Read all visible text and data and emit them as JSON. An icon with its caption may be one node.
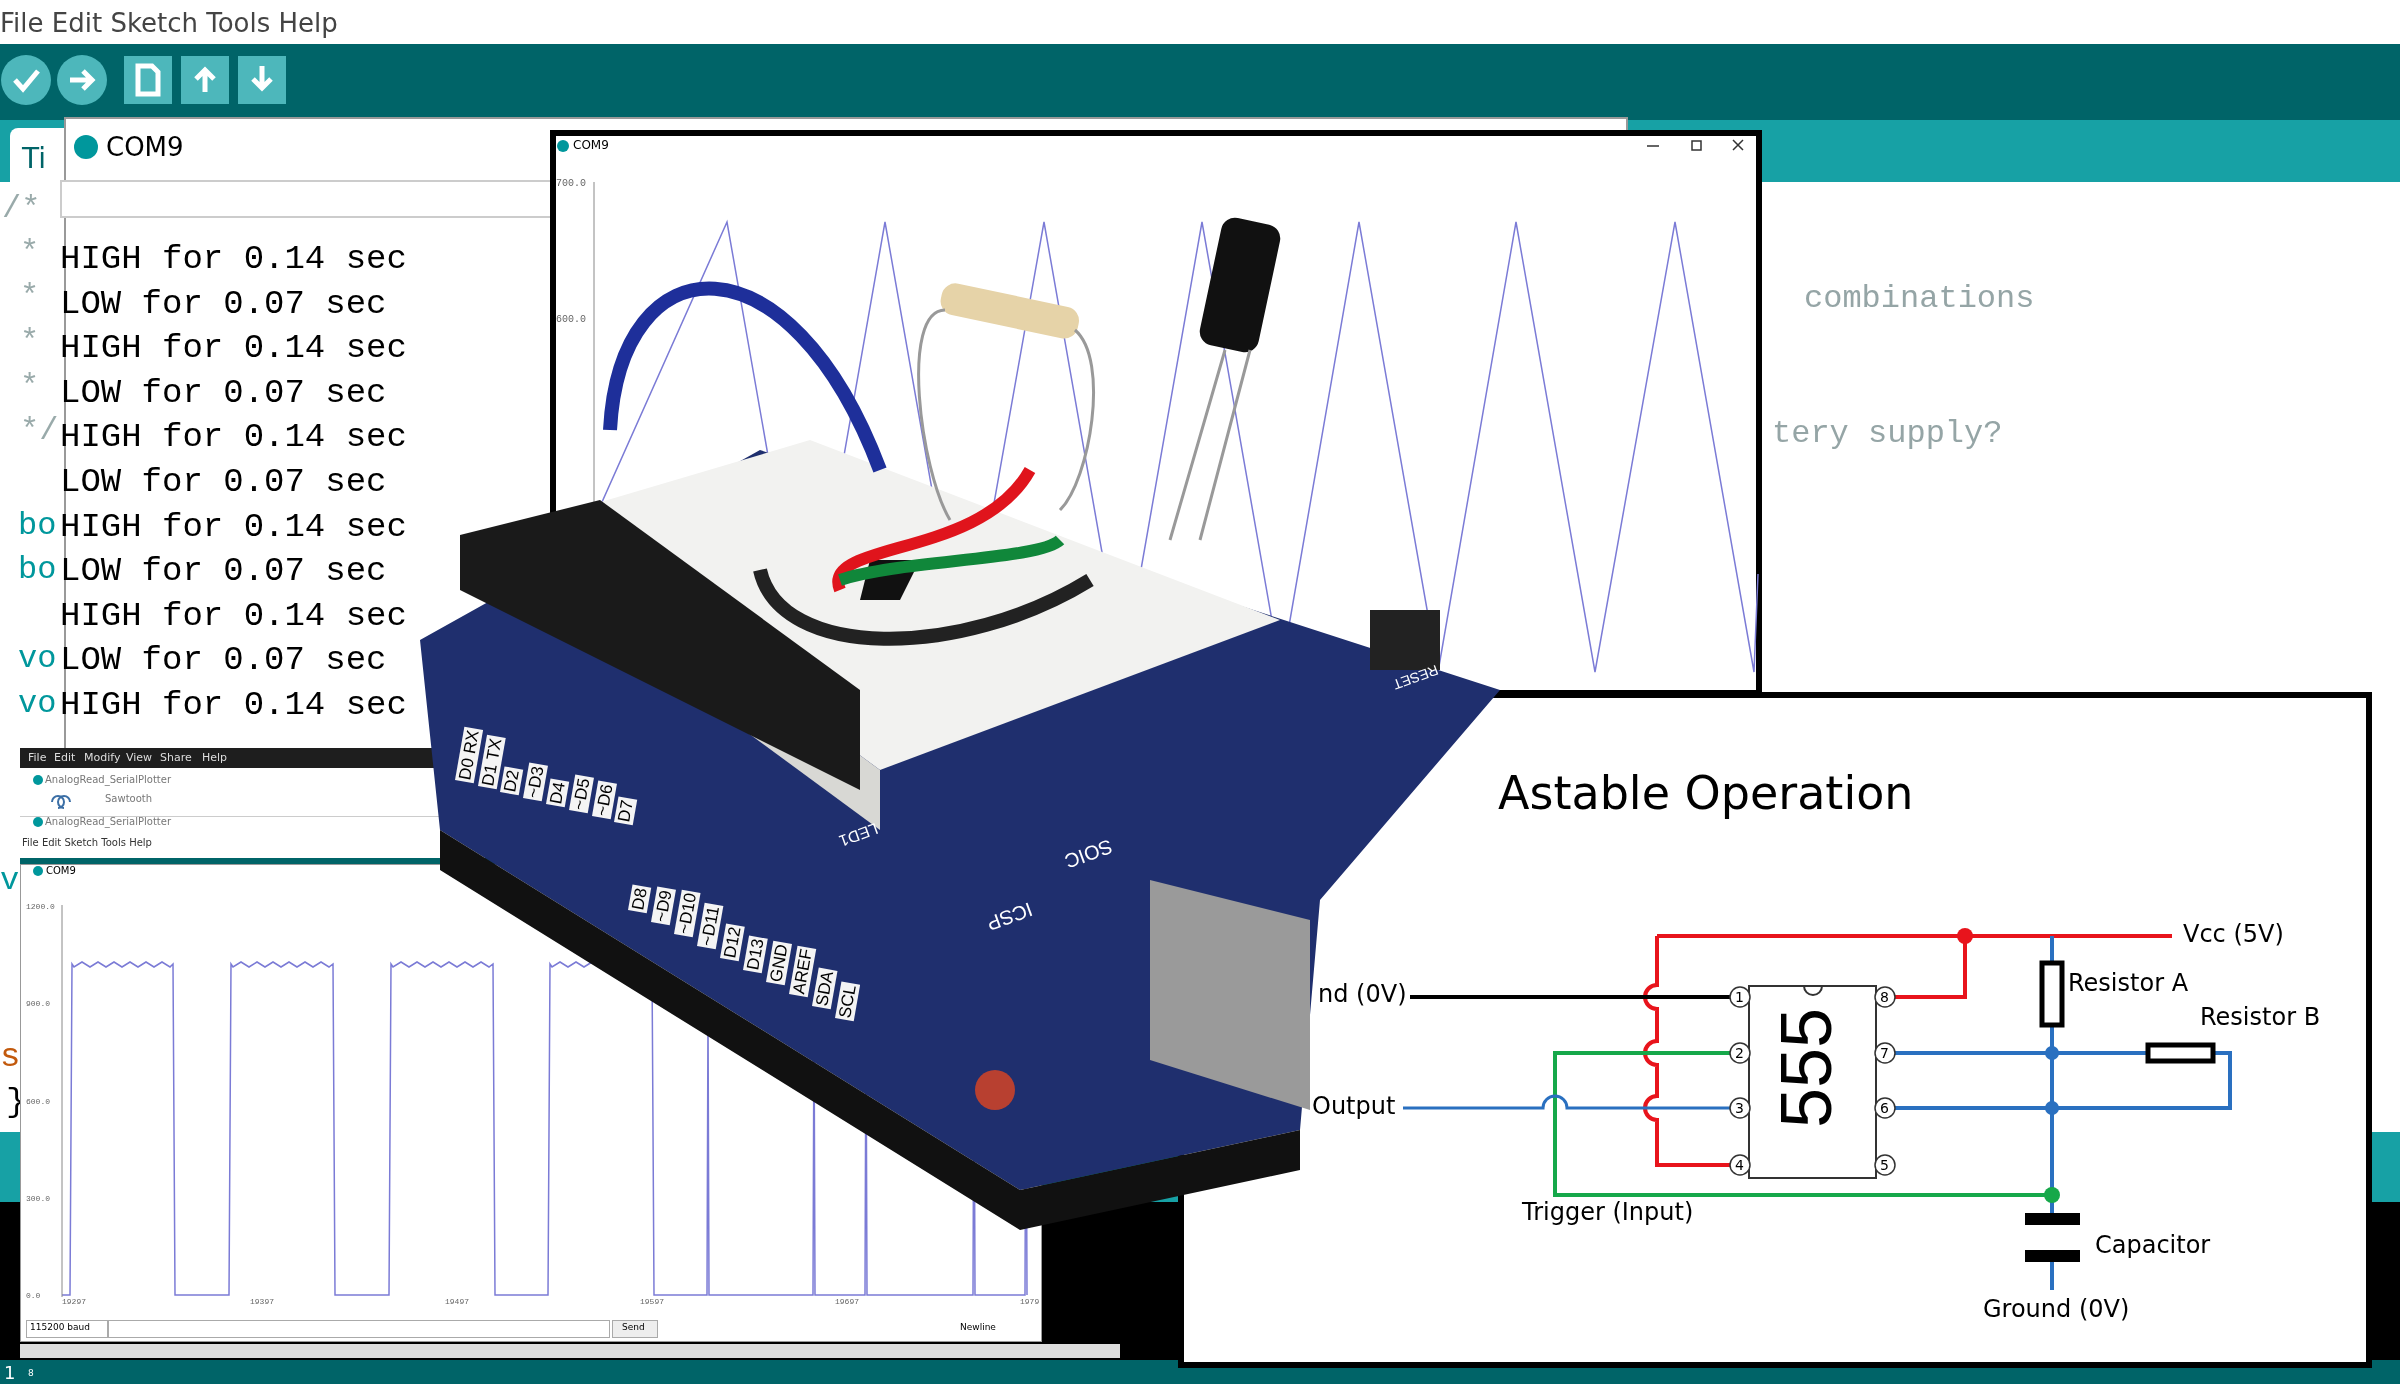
{
  "diagram": {
    "labels": [
      "File Edit Sketch Tools Help",
      "Ti",
      "COM9",
      "HIGH for 0.14 sec",
      "LOW for 0.07 sec",
      "HIGH for 0.14 sec",
      "LOW for 0.07 sec",
      "HIGH for 0.14 sec",
      "LOW for 0.07 sec",
      "HIGH for 0.14 sec",
      "LOW for 0.07 sec",
      "HIGH for 0.14 sec",
      "LOW for 0.07 sec",
      "HIGH for 0.14 sec",
      "/*",
      "*",
      "*",
      "*",
      "*",
      "*/",
      "bo",
      "bo",
      "vo",
      "vo",
      "v",
      "s",
      "}",
      "COM9",
      "700.0",
      "600.0",
      "combinations",
      "tery supply?",
      "File",
      "Edit",
      "Modify",
      "View",
      "Share",
      "Help",
      "AnalogRead_SerialPlotter",
      "Sawtooth",
      "AnalogRead_SerialPlotter",
      "File Edit Sketch Tools Help",
      "COM9",
      "1200.0",
      "900.0",
      "600.0",
      "300.0",
      "0.0",
      "19297",
      "19397",
      "19497",
      "19597",
      "19697",
      "1979",
      "115200 baud",
      "Send",
      "Newline",
      "1",
      "8",
      "D0 RX",
      "D1 TX",
      "D2",
      "~D3",
      "D4",
      "~D5",
      "~D6",
      "D7",
      "D8",
      "~D9",
      "~D10",
      "~D11",
      "D12",
      "D13",
      "GND",
      "AREF",
      "SDA",
      "SCL",
      "SOIC",
      "ICSP",
      "LED1",
      "RESET",
      "Astable Operation",
      "Vcc (5V)",
      "nd (0V)",
      "Output",
      "Trigger (Input)",
      "Resistor A",
      "Resistor B",
      "Capacitor",
      "Ground (0V)",
      "555",
      "1",
      "2",
      "3",
      "4",
      "5",
      "6",
      "7",
      "8"
    ]
  }
}
